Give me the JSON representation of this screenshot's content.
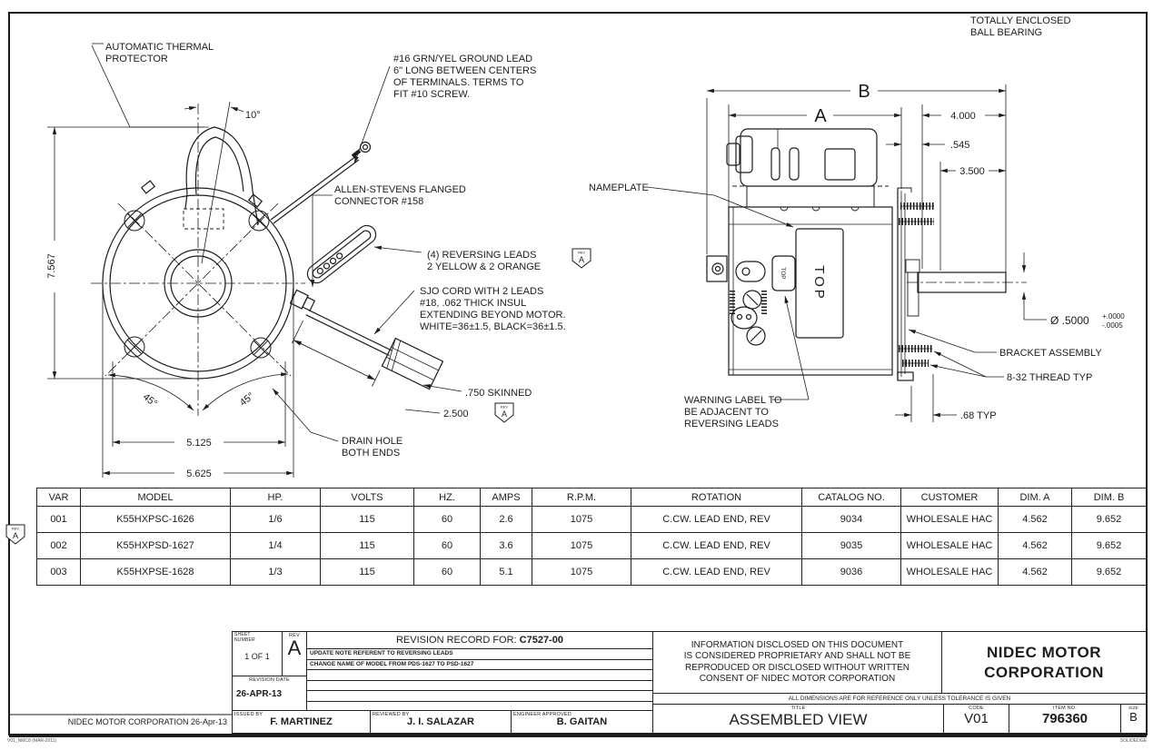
{
  "colors": {
    "line": "#1c1c1c",
    "background": "#ffffff"
  },
  "sheet": {
    "footer_left": "NIDEC MOTOR CORPORATION 26-Apr-13",
    "form_code": "V01_NMC8 (MAR-2011)",
    "cad_note": "SOLIDEDGE"
  },
  "drawing": {
    "rev_flag": "A",
    "rev_flag_small": "REV",
    "front": {
      "thermal_1": "AUTOMATIC THERMAL",
      "thermal_2": "PROTECTOR",
      "angle_10": "10°",
      "ground_1": "#16 GRN/YEL GROUND LEAD",
      "ground_2": "6\" LONG BETWEEN CENTERS",
      "ground_3": "OF TERMINALS. TERMS TO",
      "ground_4": "FIT #10 SCREW.",
      "connector_1": "ALLEN-STEVENS FLANGED",
      "connector_2": "CONNECTOR #158",
      "reversing_1": "(4) REVERSING LEADS",
      "reversing_2": "2 YELLOW & 2 ORANGE",
      "sjo_1": "SJO CORD WITH 2 LEADS",
      "sjo_2": "#18, .062 THICK INSUL",
      "sjo_3": "EXTENDING BEYOND MOTOR.",
      "sjo_4": "WHITE=36±1.5, BLACK=36±1.5.",
      "skinned": ".750  SKINNED",
      "dim_2500": "2.500",
      "drain_1": "DRAIN HOLE",
      "drain_2": "BOTH ENDS",
      "dim_height": "7.567",
      "angle_45_left": "45°",
      "angle_45_right": "45°",
      "dim_5125": "5.125",
      "dim_5625": "5.625"
    },
    "side": {
      "enclosed_1": "TOTALLY ENCLOSED",
      "enclosed_2": "BALL BEARING",
      "dim_b": "B",
      "dim_a": "A",
      "dim_4000": "4.000",
      "dim_545": ".545",
      "dim_3500": "3.500",
      "nameplate": "NAMEPLATE",
      "diameter": "Ø .5000",
      "tol_plus": "+.0000",
      "tol_minus": "-.0005",
      "bracket": "BRACKET ASSEMBLY",
      "thread": "8-32 THREAD TYP",
      "dim_68": ".68  TYP",
      "warning_1": "WARNING LABEL TO",
      "warning_2": "BE ADJACENT TO",
      "warning_3": "REVERSING LEADS",
      "top_label": "TOP",
      "top_label_small": "TOP"
    }
  },
  "table": {
    "headers": [
      "VAR",
      "MODEL",
      "HP.",
      "VOLTS",
      "HZ.",
      "AMPS",
      "R.P.M.",
      "ROTATION",
      "CATALOG NO.",
      "CUSTOMER",
      "DIM. A",
      "DIM. B"
    ],
    "rows": [
      [
        "001",
        "K55HXPSC-1626",
        "1/6",
        "115",
        "60",
        "2.6",
        "1075",
        "C.CW. LEAD END, REV",
        "9034",
        "WHOLESALE HAC",
        "4.562",
        "9.652"
      ],
      [
        "002",
        "K55HXPSD-1627",
        "1/4",
        "115",
        "60",
        "3.6",
        "1075",
        "C.CW. LEAD END, REV",
        "9035",
        "WHOLESALE HAC",
        "4.562",
        "9.652"
      ],
      [
        "003",
        "K55HXPSE-1628",
        "1/3",
        "115",
        "60",
        "5.1",
        "1075",
        "C.CW. LEAD END, REV",
        "9036",
        "WHOLESALE HAC",
        "4.562",
        "9.652"
      ]
    ]
  },
  "titleblock": {
    "sheet_number_label": "SHEET\nNUMBER",
    "sheet_number": "1 OF 1",
    "rev_label": "REV",
    "rev": "A",
    "revision_record_title": "REVISION RECORD FOR: ",
    "revision_record_number": "C7527-00",
    "revision_note_1": "UPDATE NOTE REFERENT TO REVERSING LEADS",
    "revision_note_2": "CHANGE NAME OF MODEL FROM PDS-1627 TO PSD-1627",
    "revision_date_label": "REVISION DATE",
    "revision_date": "26-APR-13",
    "issued_by_label": "ISSUED BY",
    "issued_by": "F. MARTINEZ",
    "reviewed_by_label": "REVIEWED BY",
    "reviewed_by": "J. I. SALAZAR",
    "engineer_approved_label": "ENGINEER APPROVED",
    "engineer_approved": "B. GAITAN",
    "proprietary_note": "INFORMATION DISCLOSED ON THIS DOCUMENT\nIS CONSIDERED PROPRIETARY AND SHALL NOT BE\nREPRODUCED OR DISCLOSED WITHOUT WRITTEN\nCONSENT OF NIDEC MOTOR CORPORATION",
    "company_name": "NIDEC MOTOR\nCORPORATION",
    "tolerance_note": "ALL DIMENSIONS ARE FOR REFERENCE ONLY UNLESS TOLERANCE IS GIVEN",
    "title_label": "TITLE",
    "title": "ASSEMBLED VIEW",
    "code_label": "CODE",
    "code": "V01",
    "item_label": "ITEM NO.",
    "item": "796360",
    "size_label": "SIZE",
    "size": "B"
  }
}
